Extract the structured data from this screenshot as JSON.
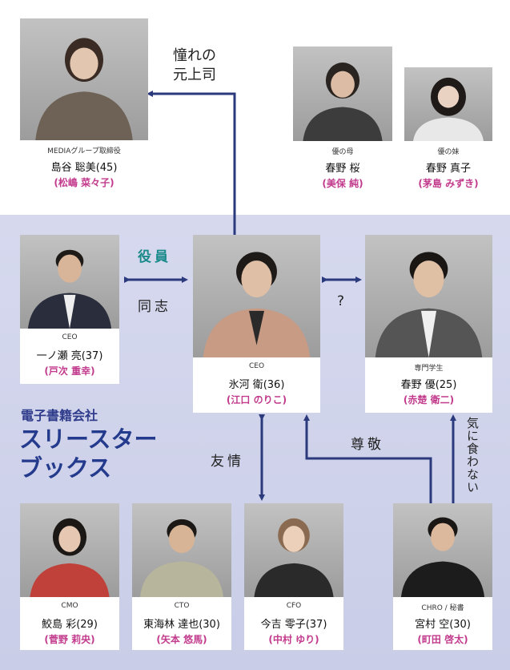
{
  "people": {
    "shimaya": {
      "role": "MEDIAグループ取締役",
      "name": "島谷 聡美(45)",
      "actor": "(松嶋 菜々子)"
    },
    "haruno_sakura": {
      "role": "優の母",
      "name": "春野 桜",
      "actor": "(美保 純)"
    },
    "haruno_mako": {
      "role": "優の妹",
      "name": "春野 真子",
      "actor": "(茅島 みずき)"
    },
    "ichinose": {
      "role": "CEO",
      "name": "一ノ瀬 亮(37)",
      "actor": "(戸次 重幸)"
    },
    "hikawa": {
      "role": "CEO",
      "name": "氷河 衛(36)",
      "actor": "(江口 のりこ)"
    },
    "haruno_yu": {
      "role": "専門学生",
      "name": "春野 優(25)",
      "actor": "(赤楚 衛二)"
    },
    "samejima": {
      "role": "CMO",
      "name": "鮫島 彩(29)",
      "actor": "(菅野 莉央)"
    },
    "tokairin": {
      "role": "CTO",
      "name": "東海林 達也(30)",
      "actor": "(矢本 悠馬)"
    },
    "imayoshi": {
      "role": "CFO",
      "name": "今吉 零子(37)",
      "actor": "(中村 ゆり)"
    },
    "miyamura": {
      "role": "CHRO / 秘書",
      "name": "宮村 空(30)",
      "actor": "(町田 啓太)"
    }
  },
  "relations": {
    "admire_line1": "憧れの",
    "admire_line2": "元上司",
    "executive": "役員",
    "comrade": "同志",
    "question": "?",
    "friendship": "友情",
    "respect": "尊敬",
    "dislike": "気に食わない"
  },
  "company": {
    "small": "電子書籍会社",
    "big_line1": "スリースター",
    "big_line2": "ブックス"
  },
  "colors": {
    "line": "#2a3a7c",
    "actor": "#c23a8c",
    "company": "#243a8c",
    "teal": "#1a8a8a"
  }
}
